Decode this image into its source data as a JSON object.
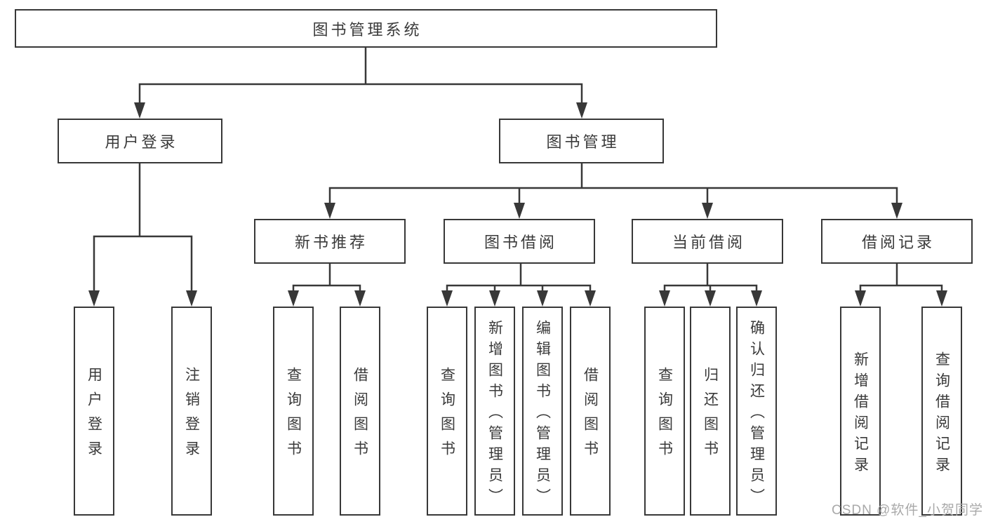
{
  "diagram": {
    "root": "图书管理系统",
    "level2": {
      "user_login": "用户登录",
      "book_management": "图书管理"
    },
    "level3": {
      "new_book_recommend": "新书推荐",
      "book_borrow": "图书借阅",
      "current_borrow": "当前借阅",
      "borrow_records": "借阅记录"
    },
    "leaves": {
      "user_login": "用户登录",
      "logout": "注销登录",
      "nb_query_book": "查询图书",
      "nb_borrow_book": "借阅图书",
      "bb_query_book": "查询图书",
      "bb_add_book": "新增图书（管理员）",
      "bb_edit_book": "编辑图书（管理员）",
      "bb_borrow_book": "借阅图书",
      "cb_query_book": "查询图书",
      "cb_return_book": "归还图书",
      "cb_confirm_return": "确认归还（管理员）",
      "rec_add_record": "新增借阅记录",
      "rec_query_record": "查询借阅记录"
    }
  },
  "watermark": "CSDN @软件_小贺同学",
  "colors": {
    "line": "#383838",
    "text": "#3a3a3a",
    "watermark": "#a9a9a9",
    "background": "#ffffff"
  }
}
